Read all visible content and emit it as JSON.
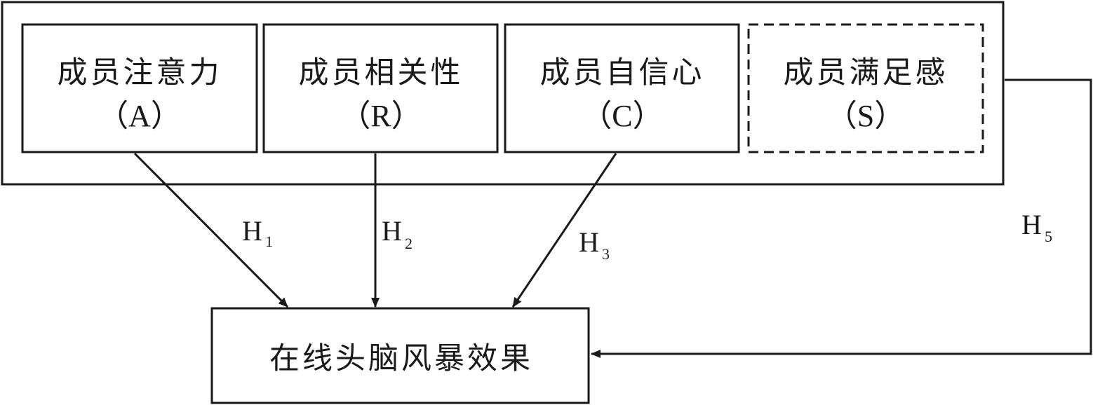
{
  "factors": [
    {
      "name": "成员注意力",
      "abbr": "（A）",
      "style": "solid"
    },
    {
      "name": "成员相关性",
      "abbr": "（R）",
      "style": "solid"
    },
    {
      "name": "成员自信心",
      "abbr": "（C）",
      "style": "solid"
    },
    {
      "name": "成员满足感",
      "abbr": "（S）",
      "style": "dashed"
    }
  ],
  "outcome": {
    "label": "在线头脑风暴效果"
  },
  "hypotheses": [
    {
      "letter": "H",
      "sub": "1"
    },
    {
      "letter": "H",
      "sub": "2"
    },
    {
      "letter": "H",
      "sub": "3"
    },
    {
      "letter": "H",
      "sub": "5"
    }
  ],
  "colors": {
    "stroke": "#1a1a1a",
    "background": "#ffffff"
  }
}
